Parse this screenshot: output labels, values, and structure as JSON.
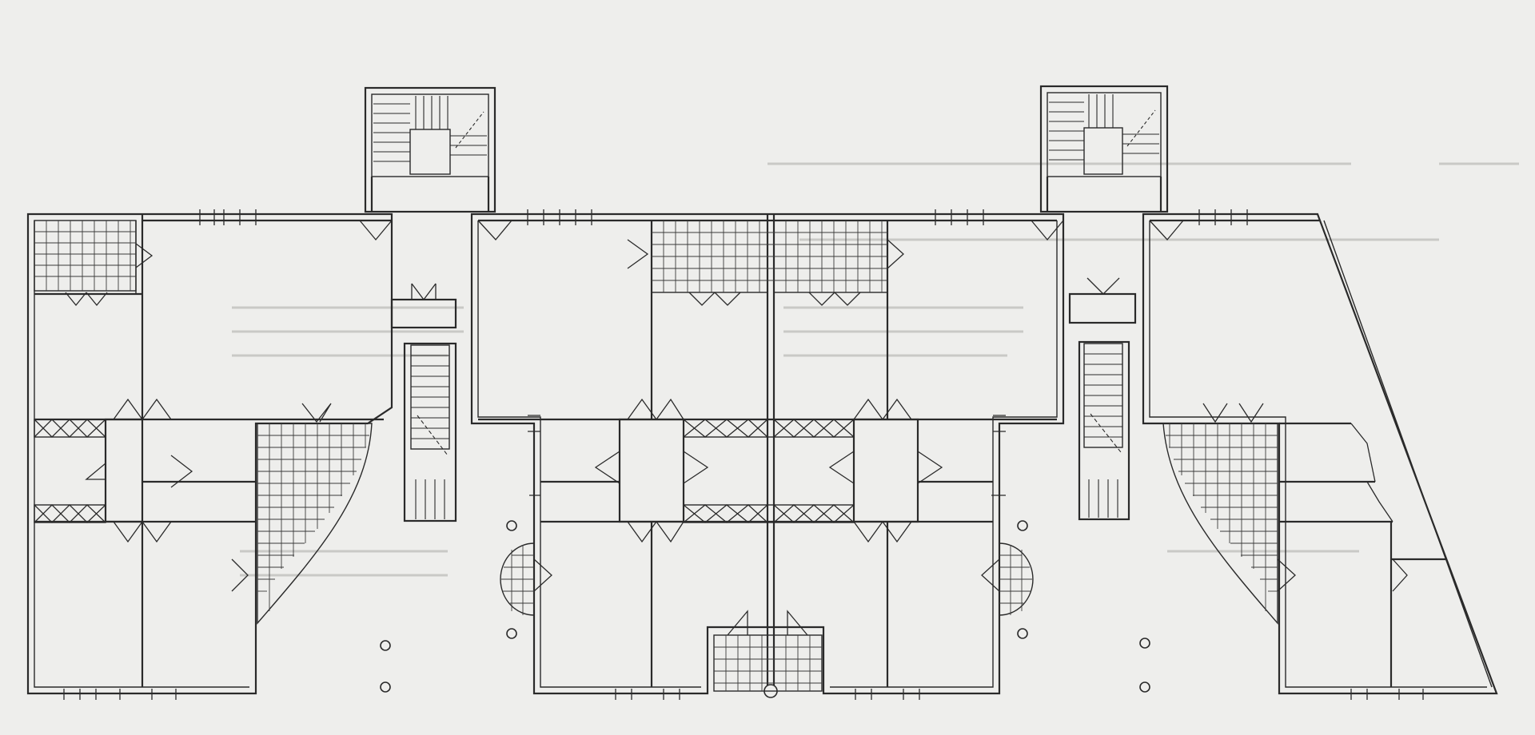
{
  "diagram": {
    "kind": "architectural-floor-plan",
    "colors": {
      "paper": "#eeeeec",
      "ink": "#2a2a2a",
      "bleed_through": "#c9c9c6"
    },
    "elements": [
      "left-stair-tower",
      "right-stair-tower",
      "left-dwelling-wing",
      "central-twin-dwellings",
      "right-trapezoid-dwelling",
      "tiled-wet-areas",
      "curved-tiled-terraces",
      "exterior-columns",
      "party-wall"
    ]
  }
}
